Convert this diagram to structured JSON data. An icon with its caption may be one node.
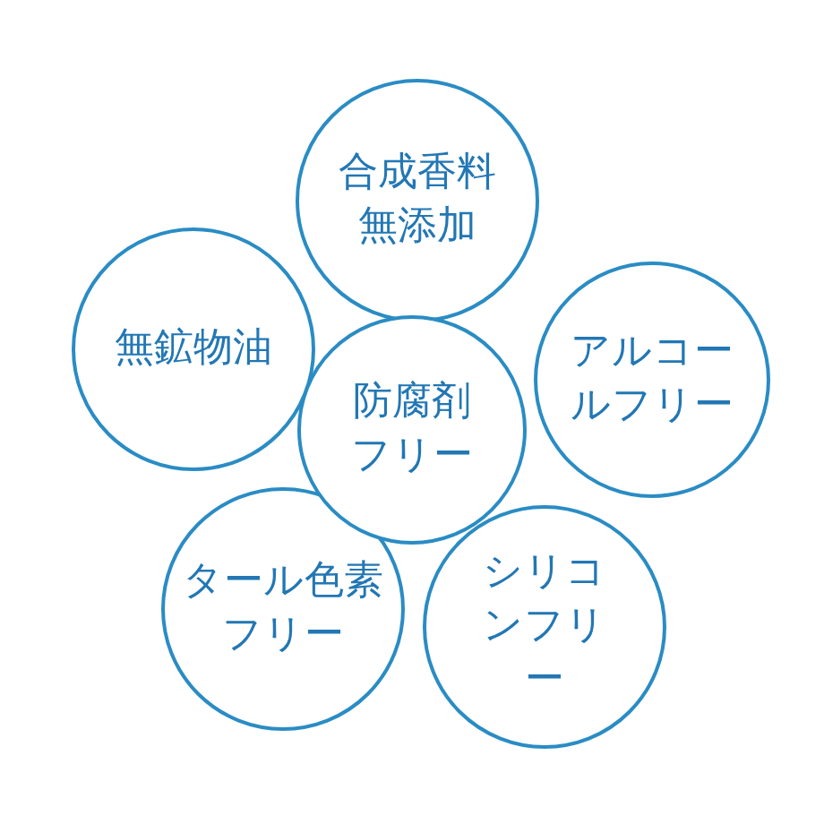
{
  "diagram": {
    "nodes": [
      {
        "text": [
          "合成香料無添加"
        ]
      },
      {
        "text": [
          "無鉱物油"
        ]
      },
      {
        "text": [
          "アルコールフリー"
        ]
      },
      {
        "text": [
          "防腐剤フリー"
        ]
      },
      {
        "text": [
          "タール色素フリー"
        ]
      },
      {
        "text": [
          "シリコンフリー"
        ]
      }
    ]
  }
}
